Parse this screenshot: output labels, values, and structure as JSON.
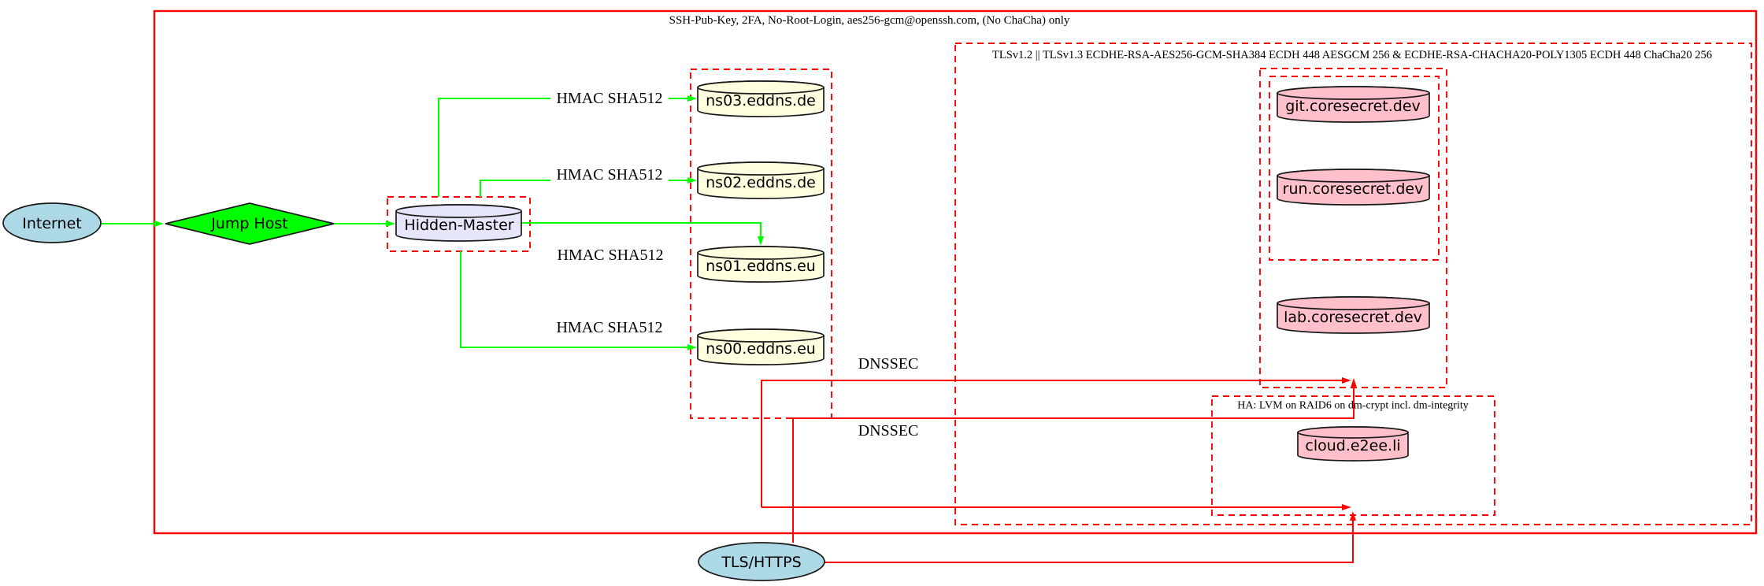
{
  "diagram_labels": {
    "ssh_policy": "SSH-Pub-Key, 2FA, No-Root-Login, aes256-gcm@openssh.com, (No ChaCha) only",
    "tls_policy": "TLSv1.2 || TLSv1.3 ECDHE-RSA-AES256-GCM-SHA384 ECDH 448 AESGCM 256 & ECDHE-RSA-CHACHA20-POLY1305 ECDH 448 ChaCha20 256",
    "ha_policy": "HA: LVM on RAID6 on dm-crypt incl. dm-integrity"
  },
  "nodes": {
    "internet": {
      "label": "Internet",
      "shape": "ellipse"
    },
    "jump_host": {
      "label": "Jump Host",
      "shape": "diamond"
    },
    "hidden_master": {
      "label": "Hidden-Master",
      "shape": "cylinder"
    },
    "ns03": {
      "label": "ns03.eddns.de",
      "shape": "cylinder"
    },
    "ns02": {
      "label": "ns02.eddns.de",
      "shape": "cylinder"
    },
    "ns01": {
      "label": "ns01.eddns.eu",
      "shape": "cylinder"
    },
    "ns00": {
      "label": "ns00.eddns.eu",
      "shape": "cylinder"
    },
    "git": {
      "label": "git.coresecret.dev",
      "shape": "cylinder"
    },
    "run": {
      "label": "run.coresecret.dev",
      "shape": "cylinder"
    },
    "lab": {
      "label": "lab.coresecret.dev",
      "shape": "cylinder"
    },
    "cloud": {
      "label": "cloud.e2ee.li",
      "shape": "cylinder"
    },
    "tls_https": {
      "label": "TLS/HTTPS",
      "shape": "ellipse"
    }
  },
  "edge_labels": {
    "hmac_sha512": "HMAC SHA512",
    "dnssec": "DNSSEC"
  },
  "colors": {
    "internet_fill": "#add8e6",
    "tls_https_fill": "#add8e6",
    "jump_host_fill": "#00ff00",
    "hidden_master_fill": "#e6e6fa",
    "dns_server_fill": "#ffffe0",
    "web_server_fill": "#ffc0cb",
    "edge_green": "#00ff00",
    "edge_red": "#ff0000",
    "cluster_red": "#ff0000",
    "text": "#000000"
  }
}
